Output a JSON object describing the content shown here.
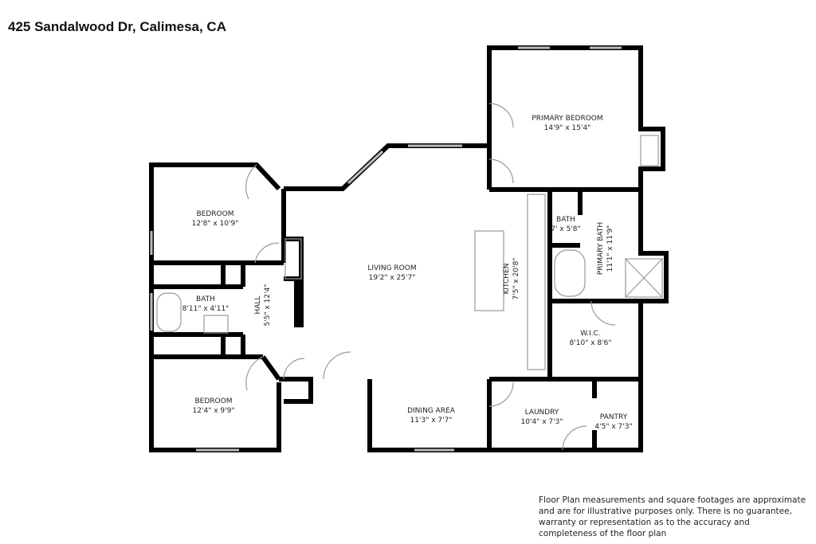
{
  "title": "425 Sandalwood Dr, Calimesa, CA",
  "rooms": {
    "primary_bedroom": {
      "name": "PRIMARY BEDROOM",
      "size": "14'9\" x 15'4\""
    },
    "bedroom_1": {
      "name": "BEDROOM",
      "size": "12'8\" x 10'9\""
    },
    "bath": {
      "name": "BATH",
      "size": "8'11\" x 4'11\""
    },
    "hall": {
      "name": "HALL",
      "size": "5'5\" x 12'4\""
    },
    "bedroom_2": {
      "name": "BEDROOM",
      "size": "12'4\" x 9'9\""
    },
    "living_room": {
      "name": "LIVING ROOM",
      "size": "19'2\" x 25'7\""
    },
    "kitchen": {
      "name": "KITCHEN",
      "size": "7'5\" x 20'8\""
    },
    "small_bath": {
      "name": "BATH",
      "size": "7' x 5'8\""
    },
    "primary_bath": {
      "name": "PRIMARY BATH",
      "size": "11'1\" x 11'9\""
    },
    "wic": {
      "name": "W.I.C.",
      "size": "8'10\" x 8'6\""
    },
    "dining_area": {
      "name": "DINING AREA",
      "size": "11'3\" x 7'7\""
    },
    "laundry": {
      "name": "LAUNDRY",
      "size": "10'4\" x 7'3\""
    },
    "pantry": {
      "name": "PANTRY",
      "size": "4'5\" x 7'3\""
    }
  },
  "disclaimer": "Floor Plan measurements and square footages are approximate and are for illustrative purposes only. There is no guarantee, warranty or representation as to the accuracy and completeness of the floor plan"
}
